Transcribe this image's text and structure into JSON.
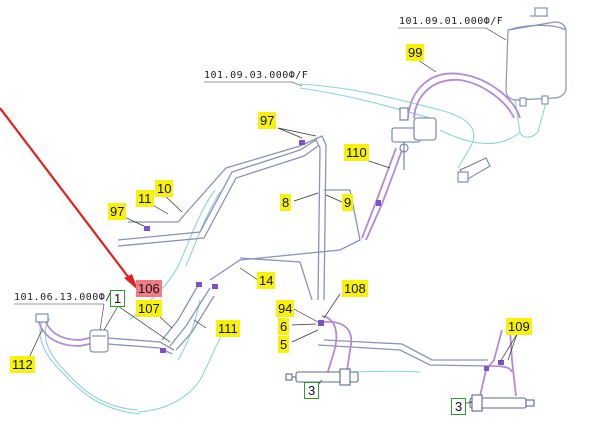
{
  "references": {
    "tank_assembly": "101.09.01.000Ф/F",
    "pipe_assembly": "101.09.03.000Ф/F",
    "filter_assembly": "101.06.13.000Ф/F"
  },
  "callouts": {
    "c99": "99",
    "c97a": "97",
    "c110": "110",
    "c11": "11",
    "c10": "10",
    "c97b": "97",
    "c8": "8",
    "c9": "9",
    "c14": "14",
    "c106": "106",
    "c1": "1",
    "c107": "107",
    "c111": "111",
    "c94": "94",
    "c108": "108",
    "c6": "6",
    "c5": "5",
    "c109": "109",
    "c112": "112",
    "c3a": "3",
    "c3b": "3"
  },
  "colors": {
    "highlight": "#f8f20a",
    "selected": "#f07a86",
    "arrow": "#e02020",
    "sub_assembly_frame": "#2e9e2e",
    "line_cyan": "#8fd3d6",
    "line_pipe": "#8a93b8",
    "line_hose": "#b48ad6"
  }
}
